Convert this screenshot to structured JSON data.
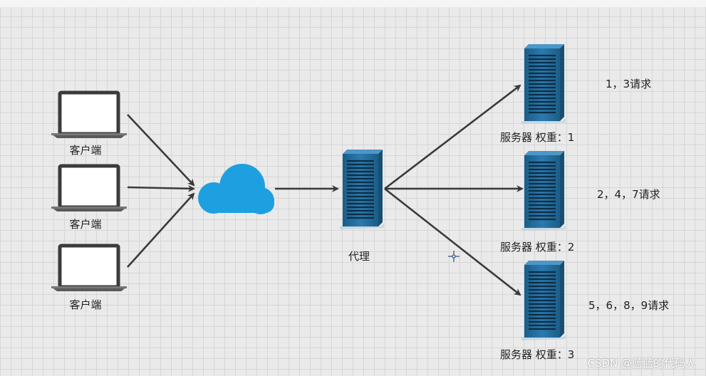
{
  "clients": [
    {
      "label": "客户端"
    },
    {
      "label": "客户端"
    },
    {
      "label": "客户端"
    }
  ],
  "proxy": {
    "label": "代理"
  },
  "servers": [
    {
      "label": "服务器 权重：1",
      "requests": "1，3请求"
    },
    {
      "label": "服务器 权重：2",
      "requests": "2，4，7请求"
    },
    {
      "label": "服务器 权重：3",
      "requests": "5，6，8，9请求"
    }
  ],
  "watermark": "CSDN @蓝蓝的代码人",
  "colors": {
    "cloud": "#1ea0e0",
    "server_dark": "#1b5d86",
    "server_mid": "#2a7ab0",
    "arrow": "#3a3a3a"
  }
}
